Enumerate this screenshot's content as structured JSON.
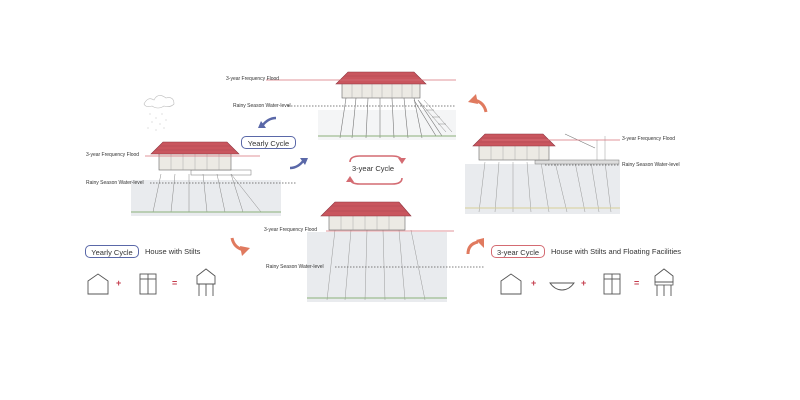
{
  "labels": {
    "flood": "3-year Frequency Flood",
    "rainy": "Rainy Season Water-level"
  },
  "cycles": {
    "yearly": "Yearly Cycle",
    "three_year": "3-year Cycle"
  },
  "captions": {
    "stilts": "House with Stilts",
    "floating": "House with Stilts and Floating Facilities"
  },
  "operators": {
    "plus": "+",
    "equals": "="
  },
  "icons": {
    "house": "house-outline-icon",
    "stilts": "stilts-frame-icon",
    "boat": "boat-hull-icon",
    "stilt_house": "stilt-house-icon"
  },
  "colors": {
    "blue_accent": "#5a68a8",
    "red_accent": "#d46b72",
    "orange_arrow": "#e07a5f",
    "flood_line": "#d9707a",
    "roof": "#c9565e",
    "water": "#e9ebee"
  }
}
